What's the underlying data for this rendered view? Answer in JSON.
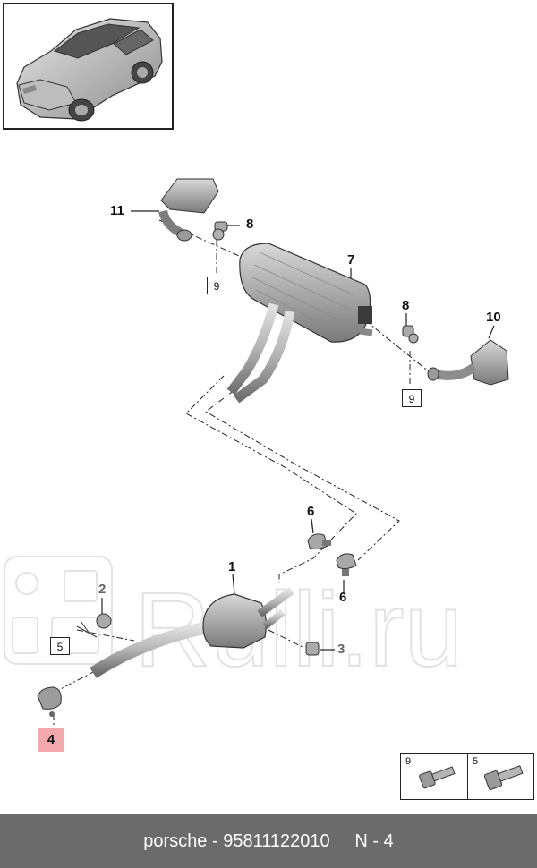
{
  "callouts": {
    "c1": "1",
    "c2": "2",
    "c3": "3",
    "c4": "4",
    "c5": "5",
    "c6a": "6",
    "c6b": "6",
    "c7": "7",
    "c8a": "8",
    "c8b": "8",
    "c9a": "9",
    "c9b": "9",
    "c10": "10",
    "c11": "11"
  },
  "legend": {
    "left_number": "9",
    "right_number": "5"
  },
  "watermark": "Rulli.ru",
  "footer": {
    "text": "porsche - 95811122010     N - 4"
  },
  "colors": {
    "highlight": "#f2a8ad",
    "footer_bg": "#6b6b6b",
    "part_gray": "#a9a9a9"
  }
}
